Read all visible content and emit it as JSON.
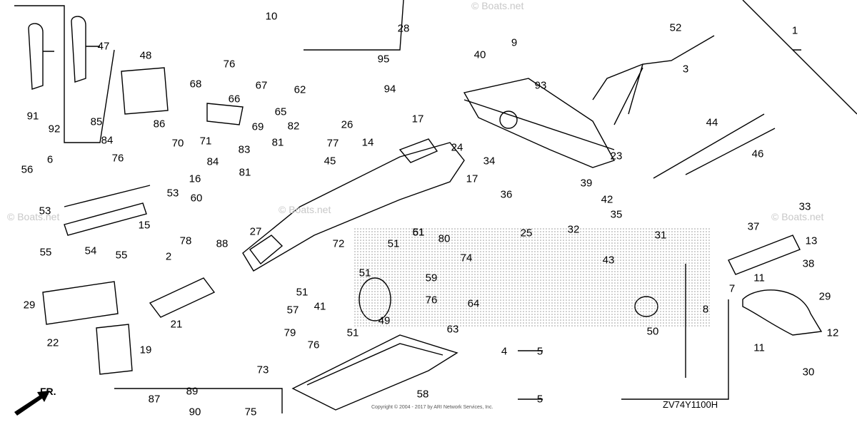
{
  "watermark": "© Boats.net",
  "diagram_code": "ZV74Y1100H",
  "front_label": "FR.",
  "copyright": "Copyright © 2004 - 2017 by ARI Network Services, Inc.",
  "callouts": [
    "1",
    "2",
    "3",
    "4",
    "5",
    "5",
    "6",
    "7",
    "8",
    "9",
    "10",
    "11",
    "11",
    "12",
    "13",
    "14",
    "15",
    "16",
    "17",
    "17",
    "19",
    "21",
    "22",
    "23",
    "24",
    "25",
    "26",
    "27",
    "28",
    "29",
    "29",
    "30",
    "31",
    "32",
    "33",
    "34",
    "35",
    "36",
    "37",
    "38",
    "39",
    "40",
    "41",
    "42",
    "43",
    "44",
    "45",
    "46",
    "47",
    "48",
    "49",
    "50",
    "51",
    "51",
    "51",
    "51",
    "51",
    "52",
    "53",
    "53",
    "54",
    "55",
    "55",
    "56",
    "57",
    "58",
    "59",
    "60",
    "61",
    "62",
    "63",
    "64",
    "65",
    "66",
    "67",
    "68",
    "69",
    "70",
    "71",
    "72",
    "73",
    "74",
    "75",
    "76",
    "76",
    "76",
    "76",
    "77",
    "78",
    "79",
    "80",
    "81",
    "81",
    "82",
    "83",
    "84",
    "84",
    "85",
    "86",
    "87",
    "88",
    "89",
    "90",
    "91",
    "92",
    "93",
    "94",
    "95"
  ]
}
